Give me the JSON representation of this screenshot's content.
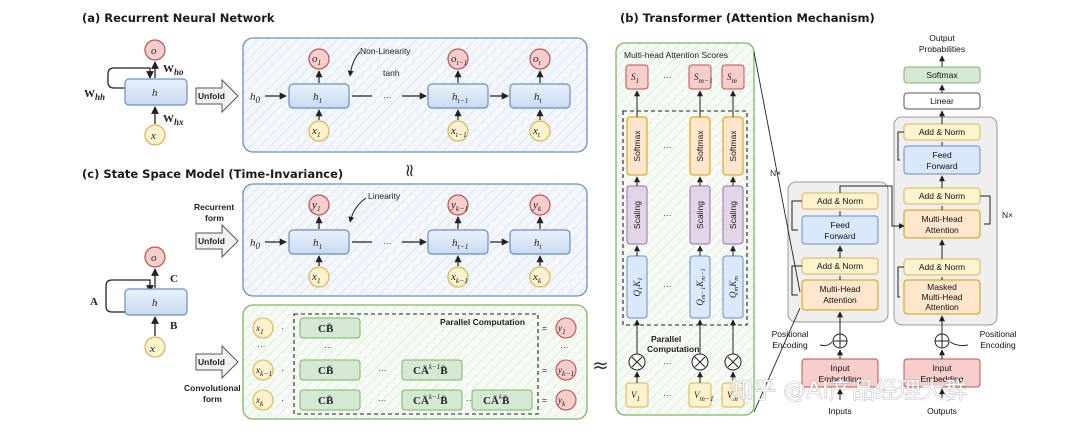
{
  "panels": {
    "rnn_title": "(a) Recurrent Neural Network",
    "transformer_title": "(b) Transformer (Attention Mechanism)",
    "ssm_title": "(c) State Space Model (Time-Invariance)"
  },
  "rnn": {
    "o": "o",
    "h": "h",
    "x": "x",
    "w_hh": "W",
    "w_hh_sub": "hh",
    "w_ho": "W",
    "w_ho_sub": "ho",
    "w_hx": "W",
    "w_hx_sub": "hx",
    "unfold": "Unfold",
    "h0": "h",
    "h0_sub": "0",
    "nonlinearity": "Non-Linearity",
    "tanh": "tanh",
    "dots": "···",
    "steps": [
      {
        "o": "o",
        "o_sub": "1",
        "h": "h",
        "h_sub": "1",
        "x": "x",
        "x_sub": "1"
      },
      {
        "o": "o",
        "o_sub": "t−1",
        "h": "h",
        "h_sub": "t−1",
        "x": "x",
        "x_sub": "t−1"
      },
      {
        "o": "o",
        "o_sub": "t",
        "h": "h",
        "h_sub": "t",
        "x": "x",
        "x_sub": "t"
      }
    ]
  },
  "approx_vertical": "≈",
  "approx": "≈",
  "ssm": {
    "y": "o",
    "h": "h",
    "x": "x",
    "A": "A",
    "B": "B",
    "C": "C",
    "recurrent_form": [
      "Recurrent",
      "form"
    ],
    "convolutional_form": [
      "Convolutional",
      "form"
    ],
    "unfold": "Unfold",
    "linearity": "Linearity",
    "h0": "h",
    "h0_sub": "0",
    "dots": "···",
    "steps": [
      {
        "y": "y",
        "y_sub": "1",
        "h": "h",
        "h_sub": "1",
        "x": "x",
        "x_sub": "1"
      },
      {
        "y": "y",
        "y_sub": "k−1",
        "h": "h",
        "h_sub": "t−1",
        "x": "x",
        "x_sub": "k−1"
      },
      {
        "y": "y",
        "y_sub": "k",
        "h": "h",
        "h_sub": "t",
        "x": "x",
        "x_sub": "k"
      }
    ],
    "parallel_computation": "Parallel Computation",
    "conv_rows": [
      {
        "x": "x",
        "x_sub": "1",
        "y": "y",
        "y_sub": "1",
        "terms": [
          "CB̄"
        ]
      },
      {
        "x": "x",
        "x_sub": "k−1",
        "y": "y",
        "y_sub": "k−1",
        "terms": [
          "CB̄",
          "CĀ",
          "B̄"
        ],
        "power": "k−1"
      },
      {
        "x": "x",
        "x_sub": "k",
        "y": "y",
        "y_sub": "k",
        "terms": [
          "CB̄",
          "CĀ",
          "B̄",
          "CĀ",
          "B̄"
        ],
        "power1": "k−1",
        "power2": "k"
      }
    ],
    "equals": "=",
    "dot": "·"
  },
  "attention": {
    "title": "Multi-head Attention Scores",
    "scores": [
      {
        "s": "S",
        "sub": "1"
      },
      {
        "s": "S",
        "sub": "m−1"
      },
      {
        "s": "S",
        "sub": "m"
      }
    ],
    "softmax": "Softmax",
    "scaling": "Scaling",
    "qk": [
      {
        "q": "Q",
        "qs": "1",
        "k": "K",
        "ks": "1"
      },
      {
        "q": "Q",
        "qs": "m−1",
        "k": "K",
        "ks": "m−1"
      },
      {
        "q": "Q",
        "qs": "m",
        "k": "K",
        "ks": "m"
      }
    ],
    "parallel": [
      "Parallel",
      "Computation"
    ],
    "values": [
      {
        "v": "V",
        "sub": "1"
      },
      {
        "v": "V",
        "sub": "m−1"
      },
      {
        "v": "V",
        "sub": "m"
      }
    ],
    "dots": "···"
  },
  "transformer": {
    "output_probabilities": [
      "Output",
      "Probabilities"
    ],
    "softmax": "Softmax",
    "linear": "Linear",
    "add_norm": "Add & Norm",
    "feed_forward": [
      "Feed",
      "Forward"
    ],
    "multi_head_attention": [
      "Multi-Head",
      "Attention"
    ],
    "masked_multi_head_attention": [
      "Masked",
      "Multi-Head",
      "Attention"
    ],
    "nx": "N×",
    "positional_encoding": [
      "Positional",
      "Encoding"
    ],
    "input_embedding": [
      "Input",
      "Embedding"
    ],
    "output_embedding": [
      "Input",
      "Embedding"
    ],
    "inputs": "Inputs",
    "outputs": "Outputs"
  },
  "watermark": "知乎 @AI产品经理大群",
  "colors": {
    "blue_fill": "#dae8fc",
    "blue_stroke": "#6c8ebf",
    "red_fill": "#f8cecc",
    "red_stroke": "#b85450",
    "yellow_fill": "#fff2cc",
    "yellow_stroke": "#d6b656",
    "green_fill": "#d5e8d4",
    "green_stroke": "#82b366",
    "orange_fill": "#ffe6cc",
    "orange_stroke": "#d79b00",
    "purple_fill": "#e1d5e7",
    "purple_stroke": "#9673a6",
    "gray_fill": "#f2f2f2"
  }
}
